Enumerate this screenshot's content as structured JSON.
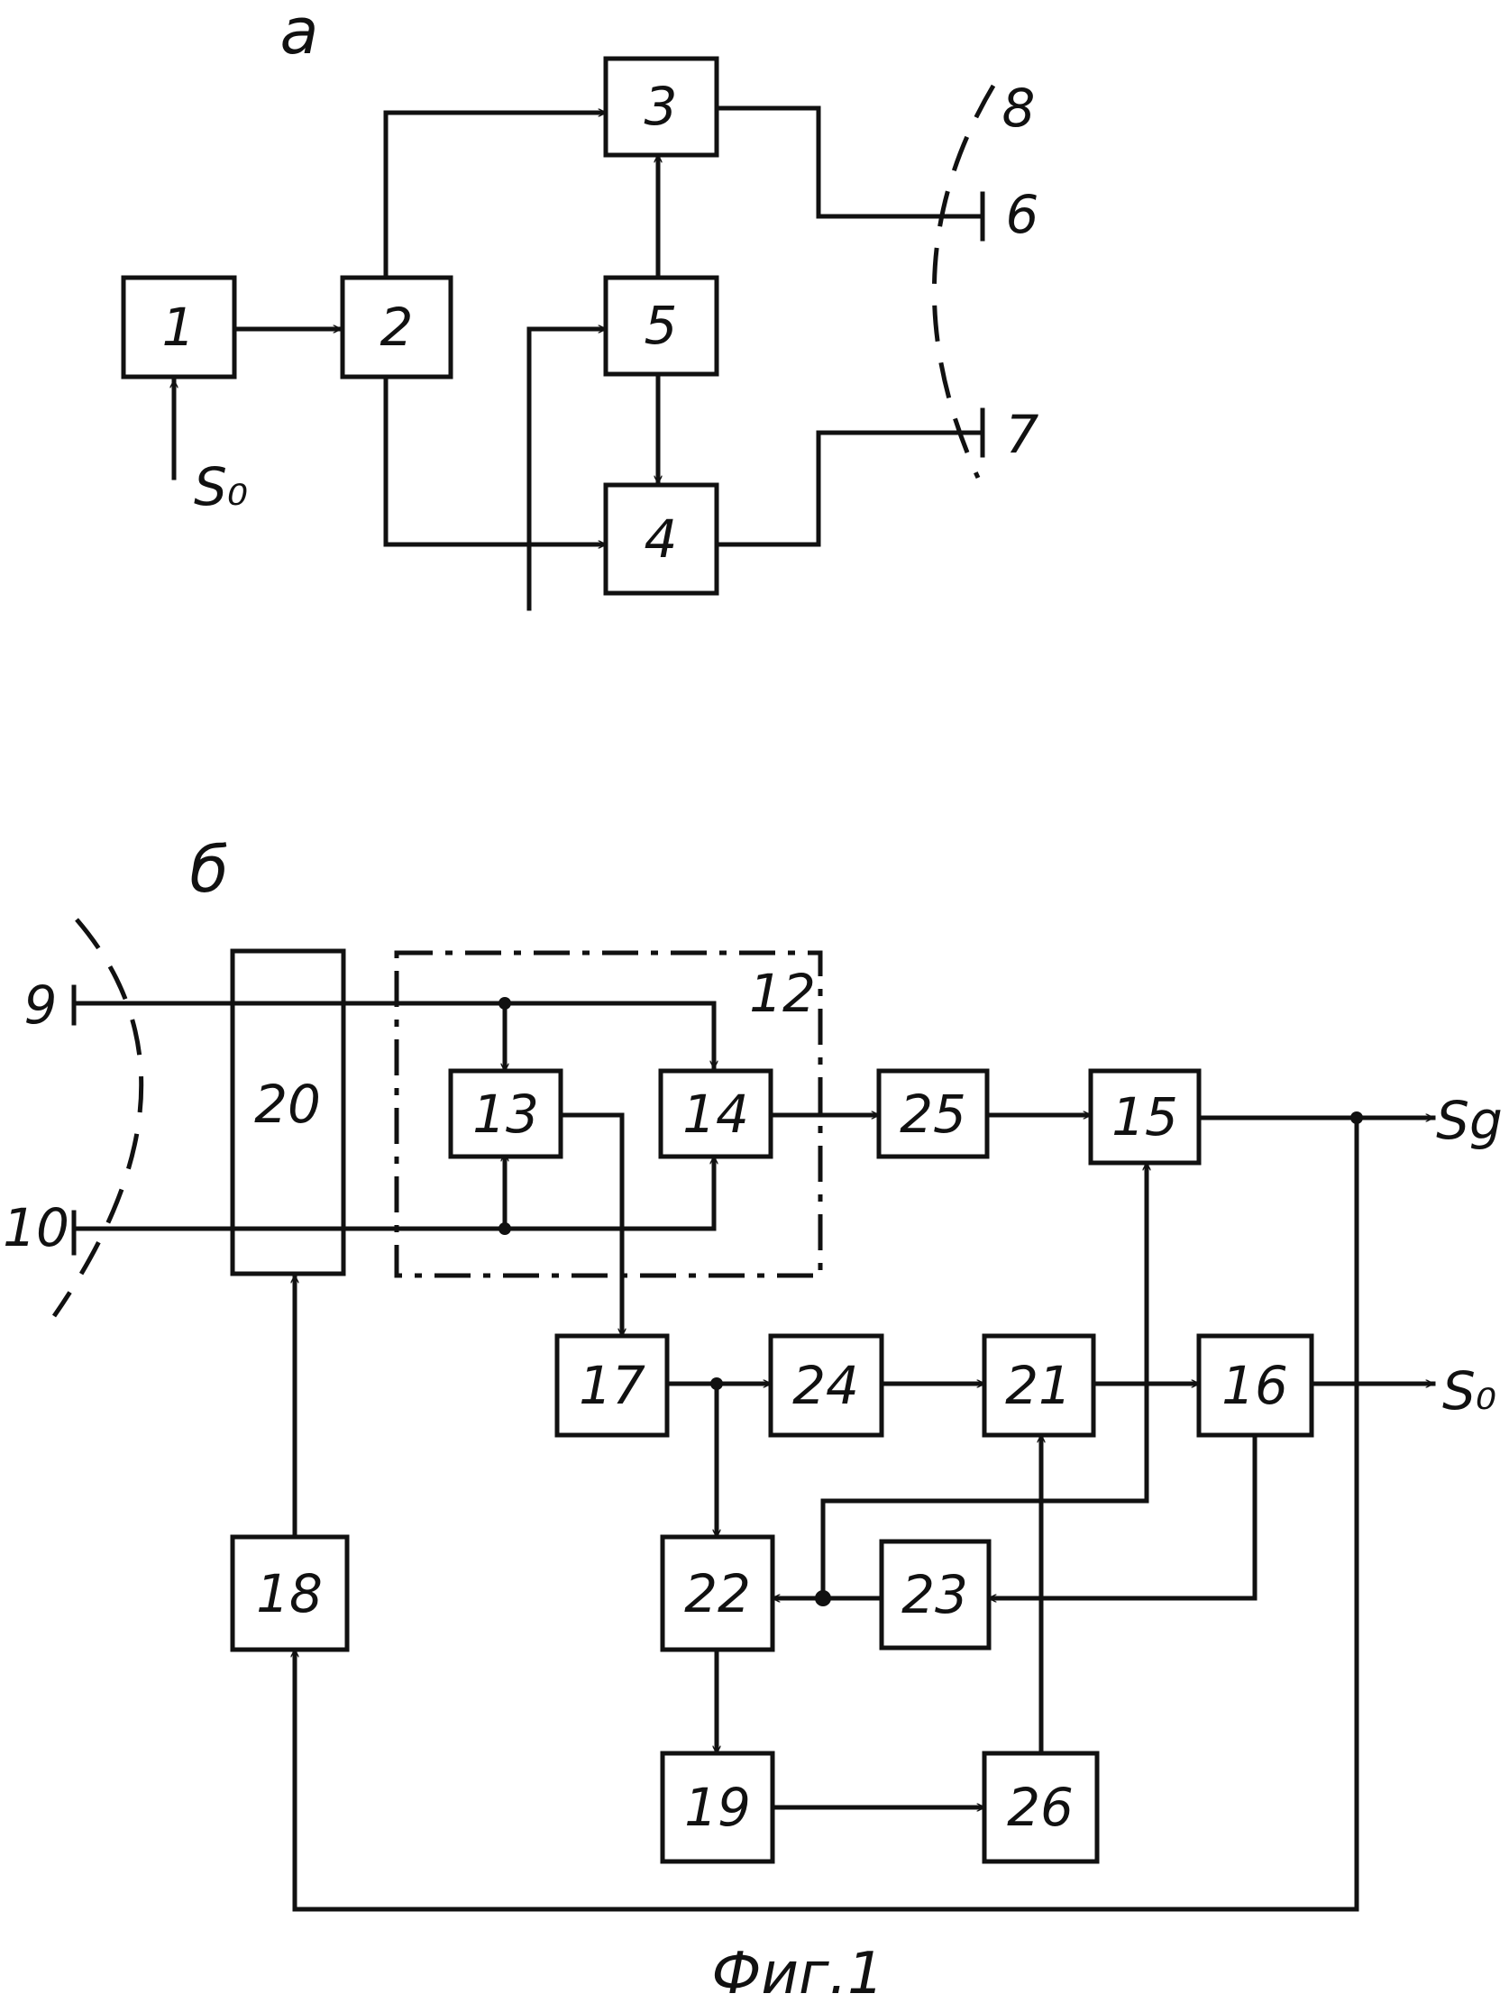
{
  "figure_caption": "Фиг.1",
  "part_a": {
    "label": "а",
    "blocks": {
      "b1": "1",
      "b2": "2",
      "b3": "3",
      "b4": "4",
      "b5": "5"
    },
    "antenna_top": "6",
    "antenna_bottom": "7",
    "arc_label": "8",
    "input_signal": "S₀"
  },
  "part_b": {
    "label": "б",
    "antenna_top": "9",
    "antenna_bottom": "10",
    "group_label": "12",
    "blocks": {
      "b13": "13",
      "b14": "14",
      "b15": "15",
      "b16": "16",
      "b17": "17",
      "b18": "18",
      "b19": "19",
      "b20": "20",
      "b21": "21",
      "b22": "22",
      "b23": "23",
      "b24": "24",
      "b25": "25",
      "b26": "26"
    },
    "output_top": "Sg",
    "output_bottom": "S₀"
  }
}
